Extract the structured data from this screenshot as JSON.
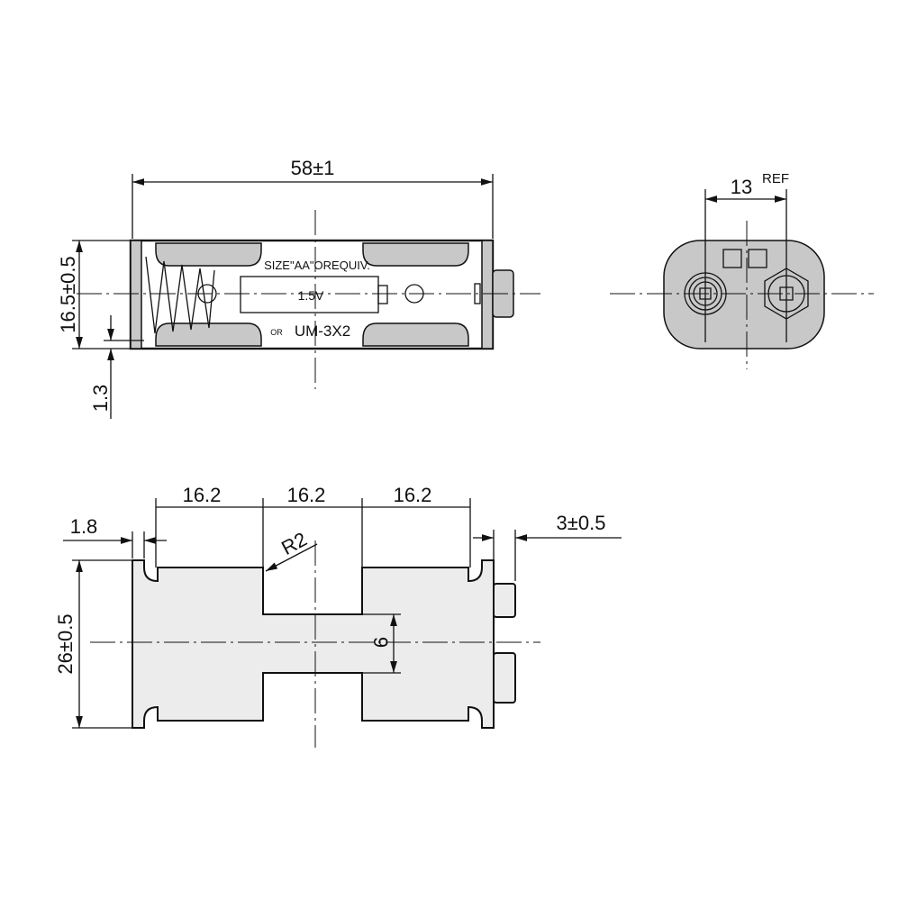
{
  "top_view": {
    "length_dim": "58±1",
    "height_dim": "16.5±0.5",
    "offset_dim": "1.3",
    "label_size": "SIZE\"AA\"OREQUIV.",
    "label_voltage": "1.5V",
    "label_or": "OR",
    "label_alt": "UM-3X2"
  },
  "end_view": {
    "spacing_dim": "13",
    "spacing_note": "REF"
  },
  "bottom_view": {
    "pitch_dims": [
      "16.2",
      "16.2",
      "16.2"
    ],
    "flange_dim": "1.8",
    "terminal_dim": "3±0.5",
    "radius_dim": "R2",
    "width_dim": "26±0.5",
    "slot_dim": "9"
  }
}
